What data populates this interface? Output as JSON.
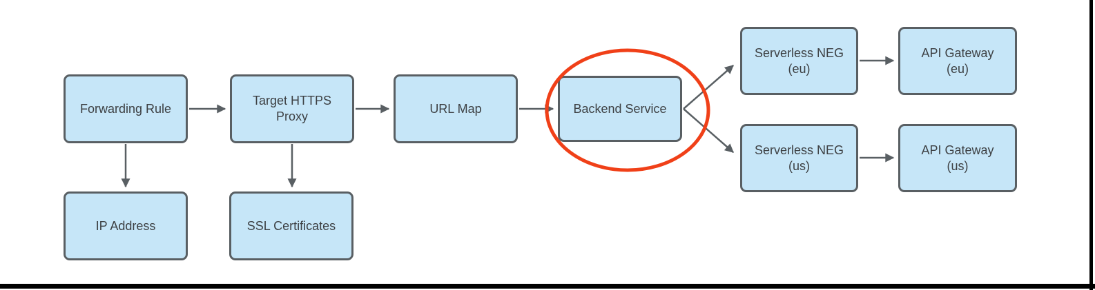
{
  "diagram": {
    "nodes": {
      "forwarding_rule": {
        "label": "Forwarding Rule"
      },
      "target_https_proxy": {
        "label": "Target HTTPS\nProxy"
      },
      "url_map": {
        "label": "URL Map"
      },
      "backend_service": {
        "label": "Backend Service"
      },
      "serverless_neg_eu": {
        "label": "Serverless NEG\n(eu)"
      },
      "api_gateway_eu": {
        "label": "API Gateway\n(eu)"
      },
      "serverless_neg_us": {
        "label": "Serverless NEG\n(us)"
      },
      "api_gateway_us": {
        "label": "API Gateway\n(us)"
      },
      "ip_address": {
        "label": "IP Address"
      },
      "ssl_certificates": {
        "label": "SSL Certificates"
      }
    },
    "edges": [
      {
        "from": "forwarding_rule",
        "to": "target_https_proxy"
      },
      {
        "from": "forwarding_rule",
        "to": "ip_address"
      },
      {
        "from": "target_https_proxy",
        "to": "url_map"
      },
      {
        "from": "target_https_proxy",
        "to": "ssl_certificates"
      },
      {
        "from": "url_map",
        "to": "backend_service"
      },
      {
        "from": "backend_service",
        "to": "serverless_neg_eu"
      },
      {
        "from": "backend_service",
        "to": "serverless_neg_us"
      },
      {
        "from": "serverless_neg_eu",
        "to": "api_gateway_eu"
      },
      {
        "from": "serverless_neg_us",
        "to": "api_gateway_us"
      }
    ],
    "highlight": {
      "shape": "ellipse",
      "around": "backend_service",
      "color": "#f04018"
    },
    "colors": {
      "node_fill": "#c6e6f8",
      "node_border": "#595f63",
      "connector": "#595f63",
      "text": "#3d4043",
      "highlight": "#f04018",
      "frame": "#000000",
      "background": "#ffffff"
    }
  }
}
